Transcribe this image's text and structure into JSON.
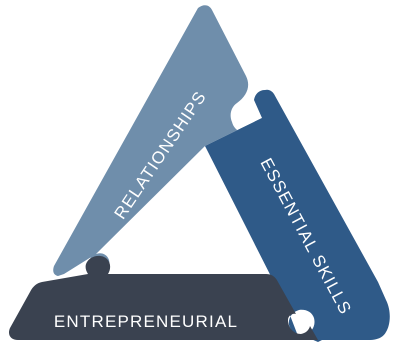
{
  "pieces": {
    "relationships": {
      "label": "RELATIONSHIPS",
      "color": "#6f8eab"
    },
    "essential_skills": {
      "label": "ESSENTIAL SKILLS",
      "color": "#2f5a88"
    },
    "entrepreneurial": {
      "label": "ENTREPRENEURIAL",
      "color": "#3a4250"
    }
  }
}
